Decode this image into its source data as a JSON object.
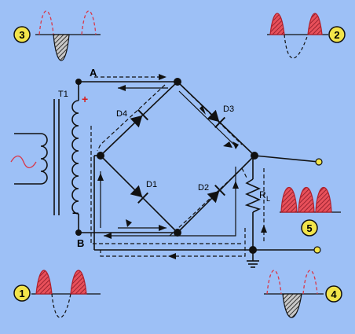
{
  "colors": {
    "background": "#9dc0f6",
    "ink": "#111111",
    "badge": "#f2e44a",
    "wave_fill": "#e8505a",
    "wave_dash": "#d8384a",
    "plus": "#d81e1e"
  },
  "labels": {
    "node_a": "A",
    "node_b": "B",
    "transformer": "T1",
    "plus": "+",
    "minus": "−",
    "d1": "D1",
    "d2": "D2",
    "d3": "D3",
    "d4": "D4",
    "load_r": "R",
    "load_sub": "L"
  },
  "badges": {
    "b1": "1",
    "b2": "2",
    "b3": "3",
    "b4": "4",
    "b5": "5"
  }
}
